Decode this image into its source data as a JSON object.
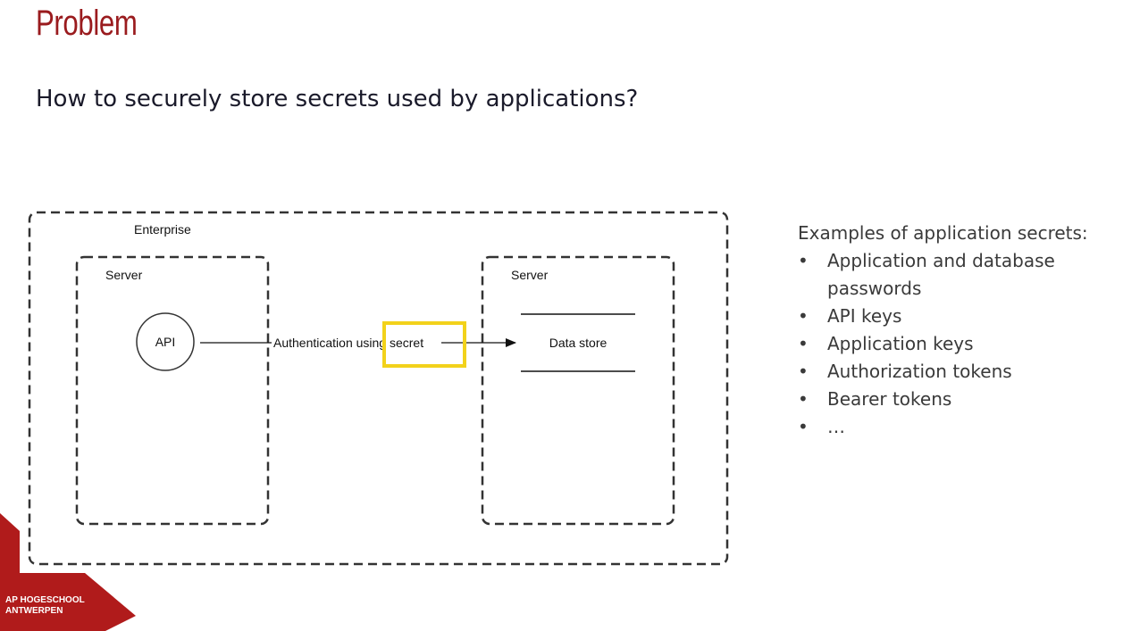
{
  "slide": {
    "title": "Problem",
    "subtitle": "How to securely store secrets used by applications?"
  },
  "diagram": {
    "enterprise_label": "Enterprise",
    "server_left_label": "Server",
    "server_right_label": "Server",
    "api_label": "API",
    "arrow_label": "Authentication using secret",
    "datastore_label": "Data store",
    "highlight_color": "#f2d21b"
  },
  "examples": {
    "heading": "Examples of application secrets:",
    "items": [
      "Application and database passwords",
      "API keys",
      "Application keys",
      "Authorization tokens",
      "Bearer tokens",
      "…"
    ]
  },
  "logo": {
    "line1": "AP HOGESCHOOL",
    "line2": "ANTWERPEN",
    "color": "#b01b1b"
  }
}
